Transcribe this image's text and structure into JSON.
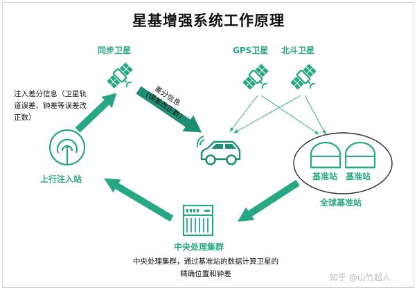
{
  "title": "星基增强系统工作原理",
  "satellites": {
    "sync": "同步卫星",
    "gps": "GPS卫星",
    "beidou": "北斗卫星"
  },
  "uplink": {
    "label": "上行注入站",
    "note_lines": [
      "注入差分信息（卫星轨",
      "道误差、钟差等误差改",
      "正数）"
    ]
  },
  "downlink": {
    "line1": "差分信息",
    "line2": "(误差改正数)"
  },
  "stations": {
    "left": "基准站",
    "right": "基准站",
    "group": "全球基准站"
  },
  "center": {
    "label": "中央处理集群",
    "desc_lines": [
      "中央处理集群，通过基准站的数据计算卫星的",
      "精确位置和钟差"
    ]
  },
  "watermark": "知乎 @山竹超人",
  "colors": {
    "green": "#27a783",
    "teal": "#1f8f74"
  }
}
